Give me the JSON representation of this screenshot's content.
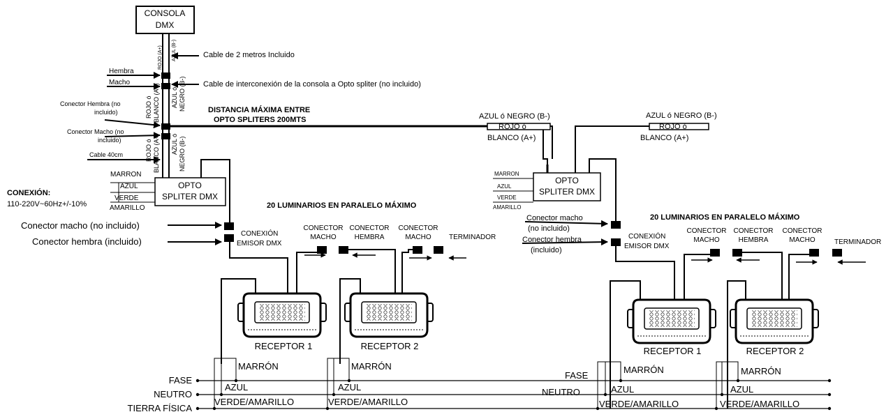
{
  "console": {
    "line1": "CONSOLA",
    "line2": "DMX"
  },
  "cable_labels": {
    "rojo_a": "ROJO (A+)",
    "azul_b": "AZUL (B-)",
    "rojo_o": "ROJO ó",
    "blanco_a": "BLANCO (A+)",
    "azul_o": "AZUL ó",
    "negro_b": "NEGRO (B-)",
    "blanco_a_short": "BLANCO (A+"
  },
  "left_labels": {
    "hembra": "Hembra",
    "macho": "Macho",
    "conector_hembra_1": "Conector Hembra (no",
    "conector_hembra_2": "incluido)",
    "conector_macho_1": "Conector Macho (no",
    "conector_macho_2": "incluido)",
    "cable_40": "Cable 40cm",
    "conexion_title": "CONEXIÓN:",
    "conexion_value": "110-220V~60Hz+/-10%"
  },
  "callouts": {
    "cable_2m": "Cable de 2 metros Incluido",
    "cable_interconexion": "Cable de interconexión de la consola a Opto spliter (no incluido)",
    "distancia_1": "DISTANCIA MÁXIMA ENTRE",
    "distancia_2": "OPTO SPLITERS 200MTS"
  },
  "wire_colors": {
    "marron": "MARRON",
    "azul": "AZUL",
    "verde": "VERDE",
    "amarillo": "AMARILLO"
  },
  "splitter": {
    "line1": "OPTO",
    "line2": "SPLITER DMX"
  },
  "left_section": {
    "conector_macho": "Conector macho (no incluido)",
    "conector_hembra": "Conector hembra (incluido)",
    "conexion_1": "CONEXIÓN",
    "conexion_2": "EMISOR DMX",
    "luminarios": "20 LUMINARIOS EN PARALELO MÁXIMO"
  },
  "right_section": {
    "azul_negro": "AZUL ó NEGRO (B-)",
    "rojo_o": "ROJO ó",
    "blanco": "BLANCO (A+)",
    "conector_macho_1": "Conector macho",
    "conector_macho_2": "(no incluido)",
    "conector_hembra_1": "Conector hembra",
    "conector_hembra_2": "(incluido)",
    "conexion_1": "CONEXIÓN",
    "conexion_2": "EMISOR DMX",
    "luminarios": "20 LUMINARIOS EN PARALELO MÁXIMO"
  },
  "connectors": {
    "conector": "CONECTOR",
    "macho": "MACHO",
    "hembra": "HEMBRA",
    "terminador": "TERMINADOR"
  },
  "receptors": {
    "r1": "RECEPTOR 1",
    "r2": "RECEPTOR 2"
  },
  "power": {
    "marron": "MARRÓN",
    "azul": "AZUL",
    "verde_amarillo": "VERDE/AMARILLO",
    "fase": "FASE",
    "neutro": "NEUTRO",
    "tierra": "TIERRA FÍSICA"
  }
}
